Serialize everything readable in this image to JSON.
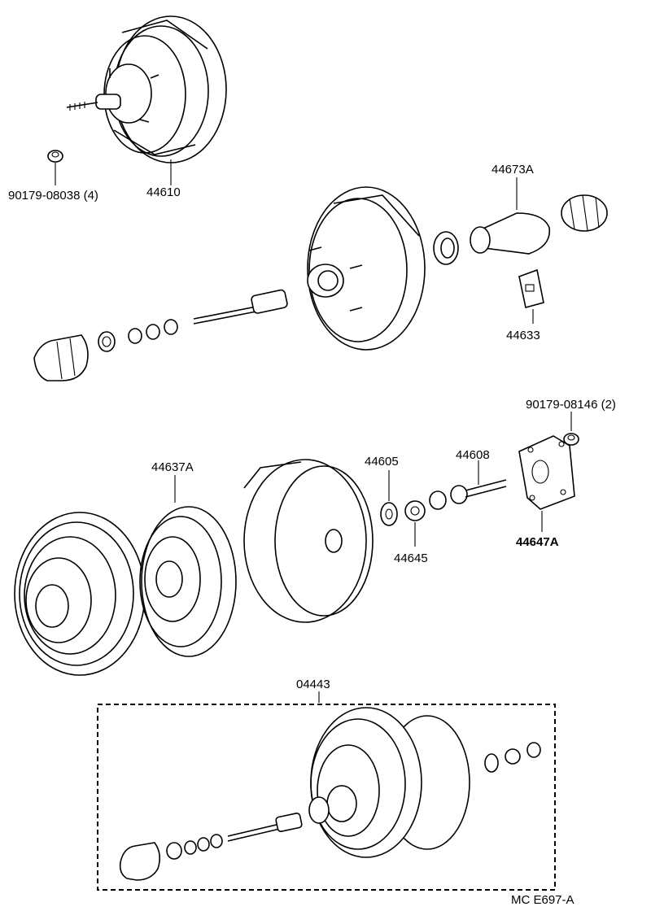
{
  "labels": {
    "nut": "90179-08038 (4)",
    "booster_assy": "44610",
    "boot_assy": "44673A",
    "clip": "44633",
    "nut_2": "90179-08146 (2)",
    "diaphragm": "44637A",
    "seal": "44605",
    "rod": "44608",
    "plate": "44647A",
    "retainer": "44645",
    "kit": "04443",
    "code": "MC E697-A"
  }
}
